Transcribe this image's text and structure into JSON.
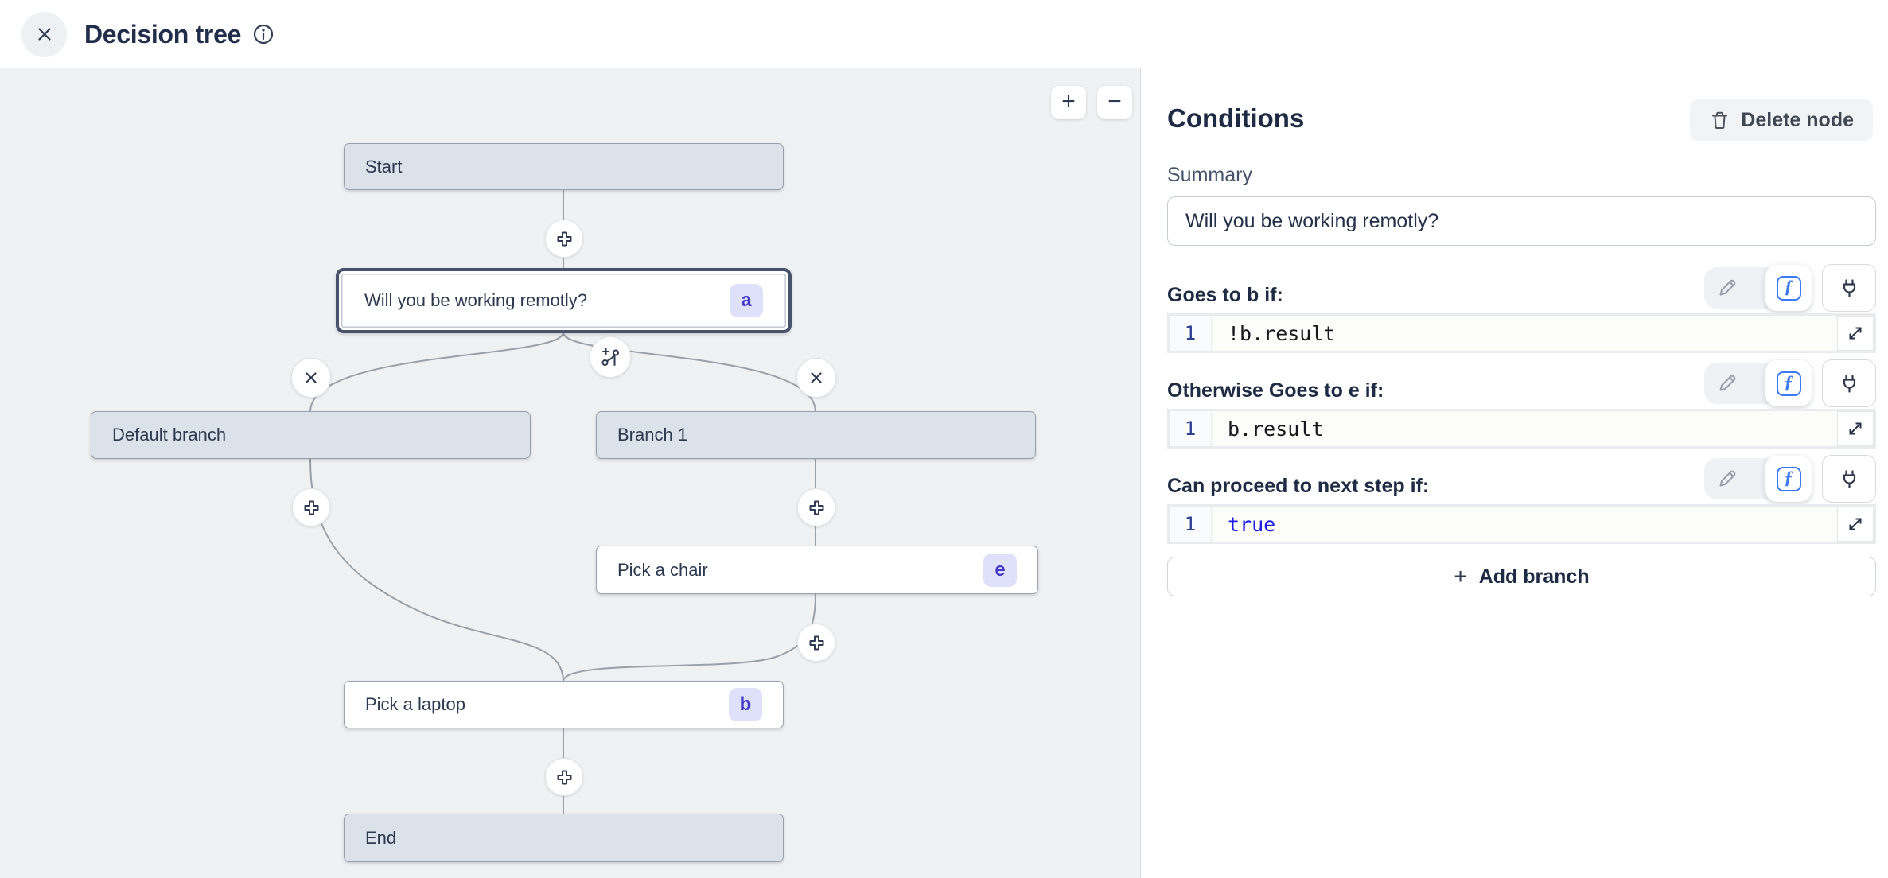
{
  "header": {
    "title": "Decision tree"
  },
  "canvas": {
    "zoom_in": "+",
    "zoom_out": "−",
    "nodes": [
      {
        "label": "Start"
      },
      {
        "label": "Will you be working remotly?",
        "badge": "a"
      },
      {
        "label": "Default branch"
      },
      {
        "label": "Branch 1"
      },
      {
        "label": "Pick a chair",
        "badge": "e"
      },
      {
        "label": "Pick a laptop",
        "badge": "b"
      },
      {
        "label": "End"
      }
    ]
  },
  "panel": {
    "title": "Conditions",
    "delete_button_label": "Delete node",
    "summary_label": "Summary",
    "summary_value": "Will you be working remotly?",
    "sections": [
      {
        "label": "Goes to b if:",
        "line_number": "1",
        "code": "!b.result",
        "code_color": "#16161f"
      },
      {
        "label": "Otherwise Goes to e if:",
        "line_number": "1",
        "code": "b.result",
        "code_color": "#16161f"
      },
      {
        "label": "Can proceed to next step if:",
        "line_number": "1",
        "code": "true",
        "code_color": "#1c1ae3"
      }
    ],
    "add_branch_plus": "+",
    "add_branch_label": "Add branch"
  },
  "colors": {
    "accent_blue": "#3b7af2",
    "keyword_blue": "#1c1ae3",
    "badge_bg": "#dfe1fb",
    "badge_text": "#4239c8",
    "node_gray_bg": "#dce2e9",
    "selected_node_border": "#46536b",
    "canvas_bg": "#f0f1f3"
  }
}
